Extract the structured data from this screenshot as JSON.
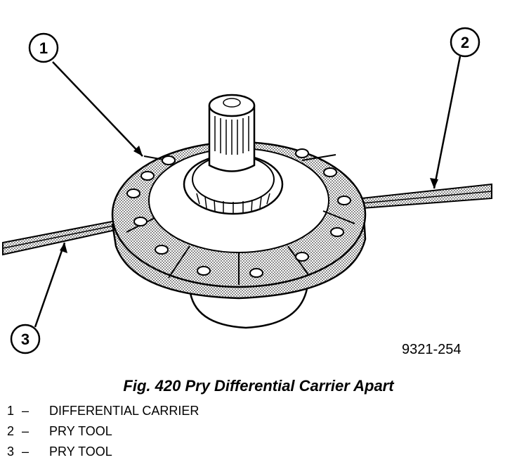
{
  "figure": {
    "callouts": [
      {
        "number": "1",
        "target": "differential carrier"
      },
      {
        "number": "2",
        "target": "pry tool right"
      },
      {
        "number": "3",
        "target": "pry tool left"
      }
    ],
    "reference_code": "9321-254"
  },
  "caption": "Fig. 420 Pry Differential Carrier Apart",
  "legend": [
    {
      "number": "1",
      "separator": "–",
      "label": "DIFFERENTIAL CARRIER"
    },
    {
      "number": "2",
      "separator": "–",
      "label": "PRY TOOL"
    },
    {
      "number": "3",
      "separator": "–",
      "label": "PRY TOOL"
    }
  ],
  "colors": {
    "ink": "#000000",
    "stipple": "#9a9a9a",
    "paper": "#ffffff"
  }
}
